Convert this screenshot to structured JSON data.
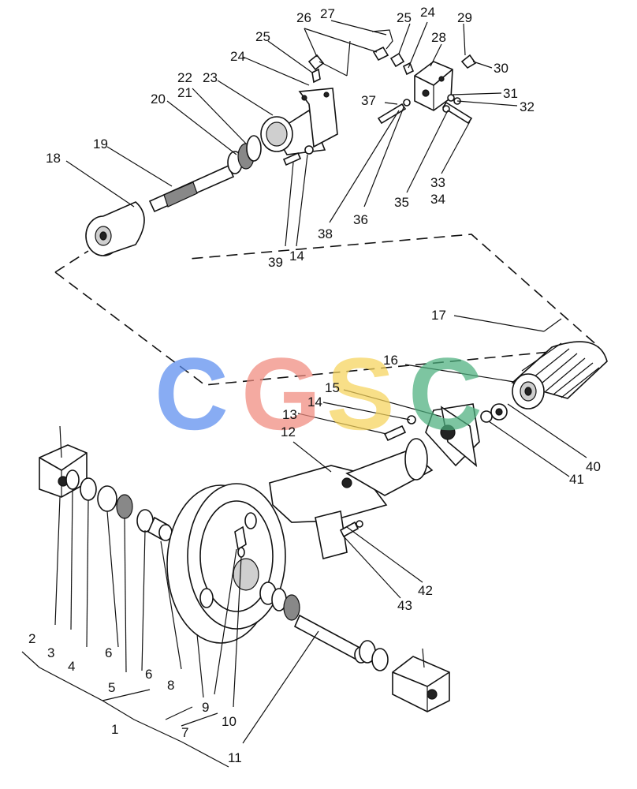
{
  "watermark": {
    "letters": [
      {
        "ch": "C",
        "color": "#5b8def"
      },
      {
        "ch": "G",
        "color": "#f08a7e"
      },
      {
        "ch": "S",
        "color": "#f6d35b"
      },
      {
        "ch": "C",
        "color": "#4caf7d"
      }
    ]
  },
  "callouts": [
    "1",
    "2",
    "3",
    "4",
    "5",
    "6",
    "6",
    "7",
    "8",
    "9",
    "10",
    "11",
    "12",
    "13",
    "14",
    "14",
    "15",
    "16",
    "17",
    "18",
    "19",
    "20",
    "21",
    "22",
    "23",
    "24",
    "24",
    "25",
    "25",
    "26",
    "27",
    "28",
    "29",
    "30",
    "31",
    "32",
    "33",
    "34",
    "35",
    "36",
    "37",
    "38",
    "39",
    "40",
    "41",
    "42",
    "43"
  ]
}
